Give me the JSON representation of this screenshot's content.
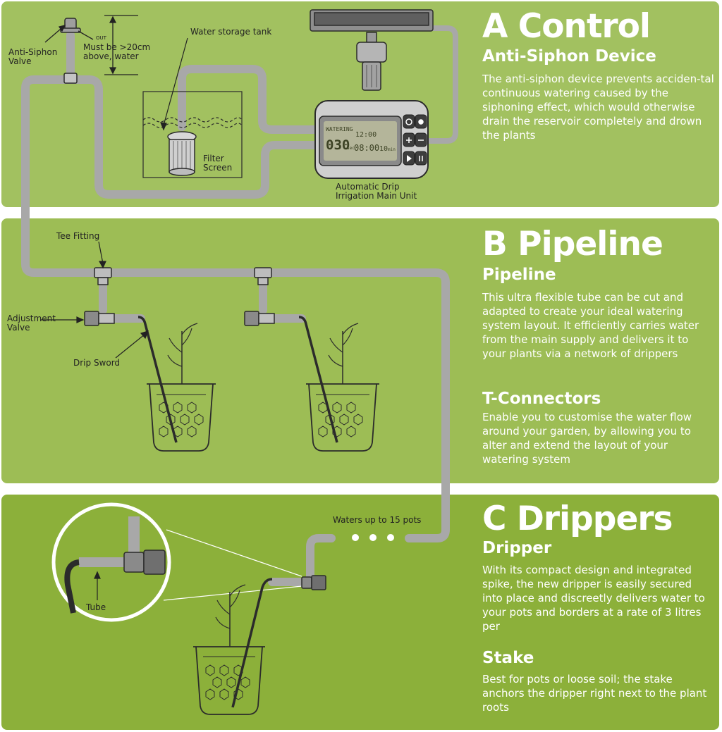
{
  "sections": {
    "control": {
      "heading": "A Control",
      "subheading": "Anti-Siphon Device",
      "body": "The anti-siphon device prevents acciden-tal continuous watering caused by the siphoning effect, which would otherwise drain the reservoir completely and drown the plants"
    },
    "pipeline": {
      "heading": "B Pipeline",
      "subheading": "Pipeline",
      "body": "This ultra flexible tube can be cut and adapted to create your ideal watering system layout. It efficiently carries water from the main supply and delivers it to your plants via a network of drippers",
      "subheading2": "T-Connectors",
      "body2": "Enable you to customise the water flow around your garden, by allowing you to alter and extend the layout of your watering system"
    },
    "drippers": {
      "heading": "C Drippers",
      "subheading": "Dripper",
      "body": "With its compact design and integrated spike, the new dripper is easily secured into place and discreetly delivers water to your pots and borders at a rate of 3 litres per",
      "subheading2": "Stake",
      "body2": "Best for pots or loose soil; the stake anchors the dripper right next to the plant roots"
    }
  },
  "diagram_labels": {
    "anti_siphon_valve_line1": "Anti-Siphon",
    "anti_siphon_valve_line2": "Valve",
    "out": "OUT",
    "height_note_line1": "Must be >20cm",
    "height_note_line2": "above, water",
    "water_storage_tank": "Water storage tank",
    "filter_screen_line1": "Filter",
    "filter_screen_line2": "Screen",
    "main_unit_line1": "Automatic Drip",
    "main_unit_line2": "Irrigation Main Unit",
    "tee_fitting": "Tee Fitting",
    "adjustment_valve_line1": "Adjustment",
    "adjustment_valve_line2": "Valve",
    "drip_sword": "Drip Sword",
    "waters_up_to": "Waters up to 15 pots",
    "tube": "Tube"
  },
  "lcd": {
    "mode": "WATERING",
    "value_main": "030",
    "unit_main": "sec",
    "time_top": "12:00",
    "time_bottom": "08:00",
    "value_side": "10",
    "unit_side": "min"
  },
  "colors": {
    "panel_a": "#a2c160",
    "panel_b": "#9dbd55",
    "panel_c": "#8cb03a",
    "tube": "#a8a8a8",
    "line_art": "#2b2b2b",
    "heading_text": "#ffffff"
  },
  "icons": [
    "power-icon",
    "settings-icon",
    "plus-icon",
    "minus-icon",
    "play-icon",
    "pause-icon"
  ]
}
